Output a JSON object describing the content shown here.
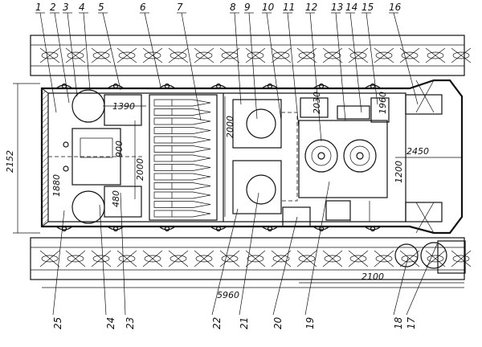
{
  "callouts_top": [
    "1",
    "2",
    "3",
    "4",
    "5",
    "6",
    "7",
    "8",
    "9",
    "10",
    "11",
    "12",
    "13",
    "14",
    "15",
    "16"
  ],
  "callouts_bottom": [
    "25",
    "24",
    "23",
    "22",
    "21",
    "20",
    "19",
    "18",
    "17"
  ],
  "dimensions": {
    "hull_width": "2152",
    "overall_length": "5960",
    "track_length": "2100",
    "fighting_compartment_width": "1390",
    "left_compartment_height": "1880",
    "height_2000_left": "2000",
    "height_2000_mid": "2000",
    "engine_bay_length": "2450",
    "engine_bay_width": "1200",
    "dim_2030": "2030",
    "dim_1960": "1960",
    "dim_480": "480",
    "dim_900": "900"
  }
}
